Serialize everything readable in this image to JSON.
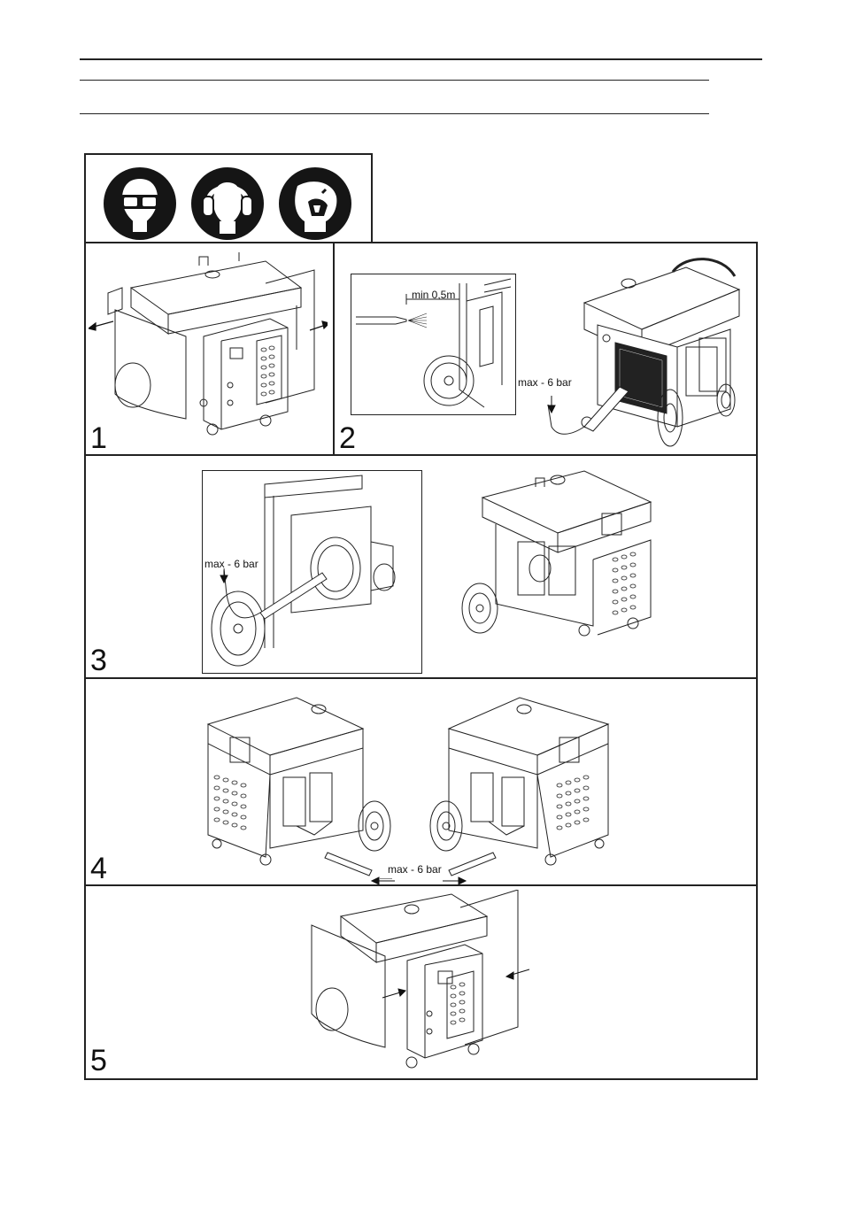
{
  "safety_icons": [
    {
      "name": "eye-protection-icon"
    },
    {
      "name": "hearing-protection-icon"
    },
    {
      "name": "respirator-mask-icon"
    }
  ],
  "steps": [
    {
      "number": "1"
    },
    {
      "number": "2",
      "labels": {
        "distance": "min 0,5m",
        "pressure": "max - 6 bar"
      }
    },
    {
      "number": "3",
      "labels": {
        "pressure": "max - 6 bar"
      }
    },
    {
      "number": "4",
      "labels": {
        "pressure": "max - 6 bar"
      }
    },
    {
      "number": "5"
    }
  ]
}
